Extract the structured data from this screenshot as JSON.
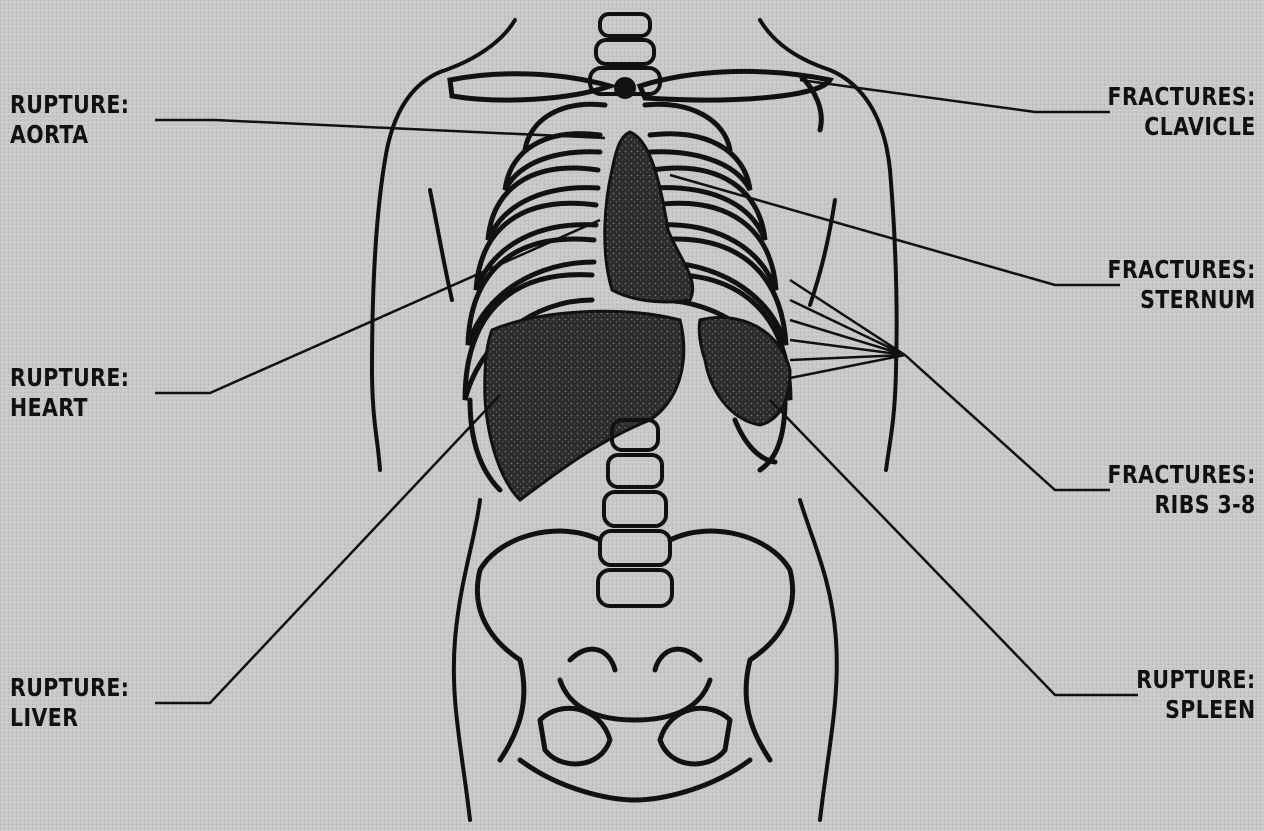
{
  "labels": {
    "rupture_aorta": {
      "line1": "RUPTURE:",
      "line2": "AORTA"
    },
    "rupture_heart": {
      "line1": "RUPTURE:",
      "line2": "HEART"
    },
    "rupture_liver": {
      "line1": "RUPTURE:",
      "line2": "LIVER"
    },
    "fractures_clavicle": {
      "line1": "FRACTURES:",
      "line2": "CLAVICLE"
    },
    "fractures_sternum": {
      "line1": "FRACTURES:",
      "line2": "STERNUM"
    },
    "fractures_ribs": {
      "line1": "FRACTURES:",
      "line2": "RIBS 3-8"
    },
    "rupture_spleen": {
      "line1": "RUPTURE:",
      "line2": "SPLEEN"
    }
  },
  "colors": {
    "background": "#c9c9c9",
    "ink": "#111111",
    "organ_fill": "#2a2a2a"
  }
}
